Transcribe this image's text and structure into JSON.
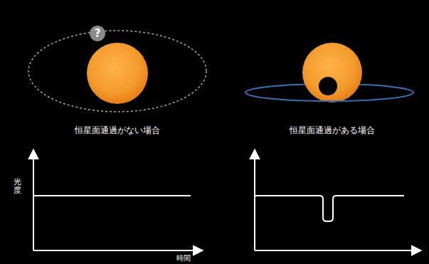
{
  "diagram": {
    "nodes": [
      {
        "text": [
          "?"
        ]
      }
    ],
    "labels": [
      "恒星面通過がない場合",
      "恒星面通過がある場合",
      "光度",
      "時間"
    ]
  }
}
